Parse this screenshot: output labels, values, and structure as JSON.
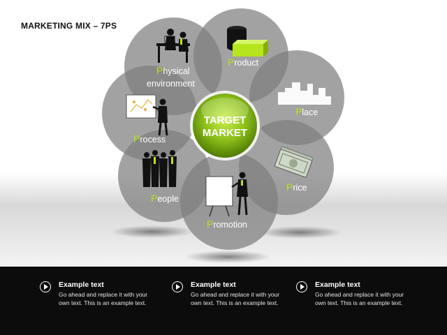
{
  "slide": {
    "title": "MARKETING MIX – 7PS"
  },
  "center": {
    "line1": "TARGET",
    "line2": "MARKET"
  },
  "petals": [
    {
      "id": "physical",
      "first": "P",
      "rest": "hysical",
      "line2": "environment",
      "icon": "office-workers-icon"
    },
    {
      "id": "product",
      "first": "P",
      "rest": "roduct",
      "icon": "product-boxes-icon"
    },
    {
      "id": "place",
      "first": "P",
      "rest": "lace",
      "icon": "city-skyline-icon"
    },
    {
      "id": "price",
      "first": "P",
      "rest": "rice",
      "icon": "money-icon"
    },
    {
      "id": "promotion",
      "first": "P",
      "rest": "romotion",
      "icon": "presenter-board-icon"
    },
    {
      "id": "people",
      "first": "P",
      "rest": "eople",
      "icon": "business-team-icon"
    },
    {
      "id": "process",
      "first": "P",
      "rest": "rocess",
      "icon": "presentation-icon"
    }
  ],
  "footer": {
    "items": [
      {
        "title": "Example text",
        "body": "Go ahead and replace it with your own text. This is an example text.",
        "icon": "play-icon"
      },
      {
        "title": "Example text",
        "body": "Go ahead and replace it with your own text. This is an example text.",
        "icon": "play-icon"
      },
      {
        "title": "Example text",
        "body": "Go ahead and replace it with your own text. This is an example text.",
        "icon": "play-icon"
      }
    ]
  },
  "colors": {
    "accent": "#b5e61d",
    "petal": "#8a8a8a",
    "footer": "#0c0c0c"
  }
}
